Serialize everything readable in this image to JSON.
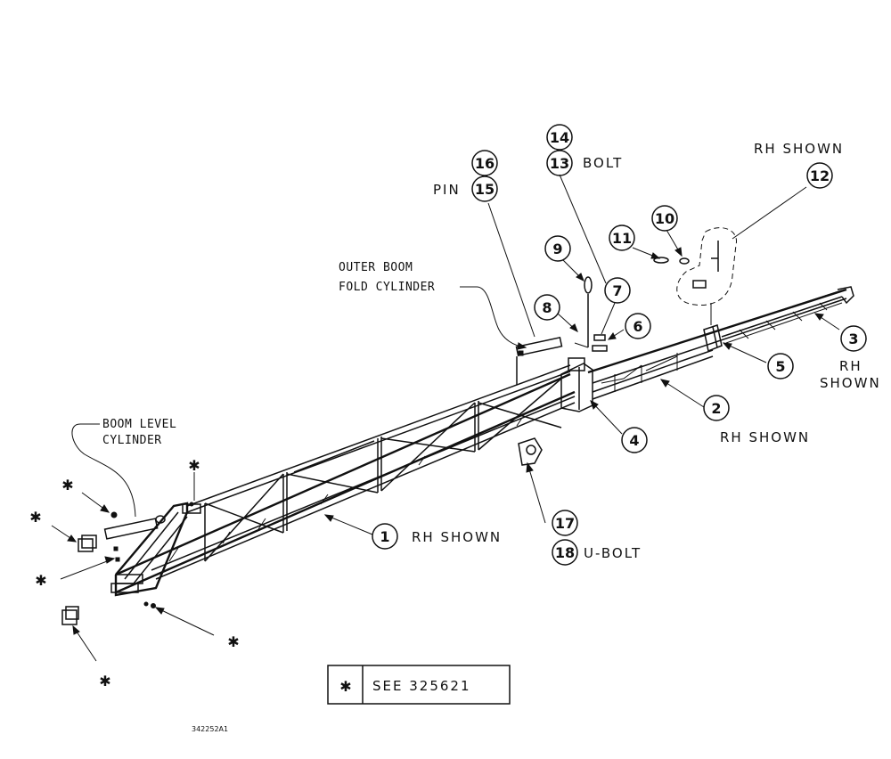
{
  "callouts": {
    "c1": "1",
    "c2": "2",
    "c3": "3",
    "c4": "4",
    "c5": "5",
    "c6": "6",
    "c7": "7",
    "c8": "8",
    "c9": "9",
    "c10": "10",
    "c11": "11",
    "c12": "12",
    "c13": "13",
    "c14": "14",
    "c15": "15",
    "c16": "16",
    "c17": "17",
    "c18": "18"
  },
  "labels": {
    "bolt": "BOLT",
    "pin": "PIN",
    "rh_shown_12": "RH SHOWN",
    "rh_shown_3_line1": "RH",
    "rh_shown_3_line2": "SHOWN",
    "rh_shown_2": "RH SHOWN",
    "rh_shown_1": "RH SHOWN",
    "u_bolt": "U-BOLT",
    "outer_boom_line1": "OUTER BOOM",
    "outer_boom_line2": "FOLD CYLINDER",
    "boom_level_line1": "BOOM LEVEL",
    "boom_level_line2": "CYLINDER"
  },
  "legend": {
    "symbol": "✱",
    "text": "SEE 325621"
  },
  "drawing_number": "342252A1",
  "icons": {
    "asterisk": "asterisk-icon"
  }
}
